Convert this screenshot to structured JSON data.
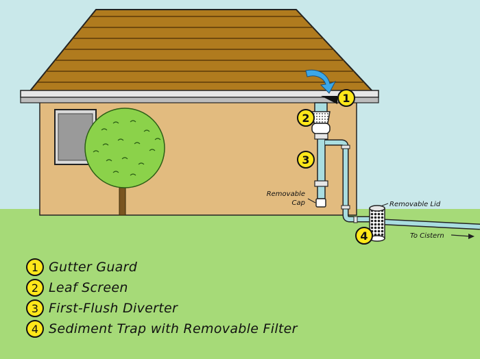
{
  "callouts": {
    "removable_cap": [
      "Removable",
      "Cap"
    ],
    "removable_lid": "Removable Lid",
    "to_cistern": "To Cistern"
  },
  "badges": [
    "1",
    "2",
    "3",
    "4"
  ],
  "legend": [
    {
      "number": "1",
      "label": "Gutter Guard"
    },
    {
      "number": "2",
      "label": "Leaf Screen"
    },
    {
      "number": "3",
      "label": "First-Flush Diverter"
    },
    {
      "number": "4",
      "label": "Sediment Trap with Removable Filter"
    }
  ],
  "colors": {
    "sky": "#c9e8ea",
    "roof": "#b07b1e",
    "wall": "#e2bb7f",
    "ground": "#a6da78",
    "pipe": "#a9dde0",
    "badge": "#ffe71a",
    "tree": "#8bd24a",
    "arrow": "#3ba7e8"
  }
}
